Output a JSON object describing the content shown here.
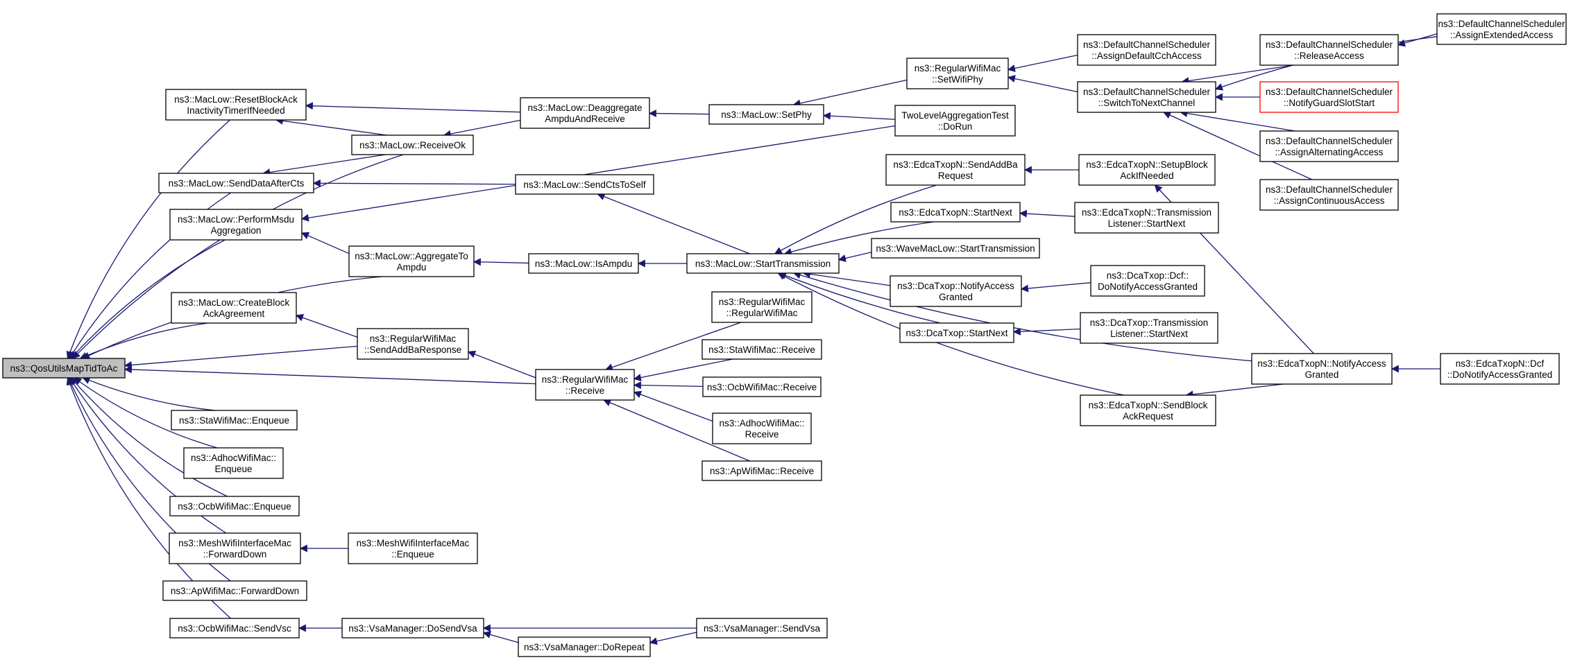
{
  "colors": {
    "edge": "#191970",
    "root_fill": "#bfbfbf",
    "node_border": "#000000",
    "highlight_border": "#ff0000"
  },
  "nodes": {
    "root": {
      "lines": [
        "ns3::QosUtilsMapTidToAc"
      ]
    },
    "reset_block_ack": {
      "lines": [
        "ns3::MacLow::ResetBlockAck",
        "InactivityTimerIfNeeded"
      ]
    },
    "receive_ok": {
      "lines": [
        "ns3::MacLow::ReceiveOk"
      ]
    },
    "deaggregate": {
      "lines": [
        "ns3::MacLow::Deaggregate",
        "AmpduAndReceive"
      ]
    },
    "set_phy": {
      "lines": [
        "ns3::MacLow::SetPhy"
      ]
    },
    "rwm_set_wifi_phy": {
      "lines": [
        "ns3::RegularWifiMac",
        "::SetWifiPhy"
      ]
    },
    "dcs_assign_default": {
      "lines": [
        "ns3::DefaultChannelScheduler",
        "::AssignDefaultCchAccess"
      ]
    },
    "dcs_switch": {
      "lines": [
        "ns3::DefaultChannelScheduler",
        "::SwitchToNextChannel"
      ]
    },
    "dcs_release": {
      "lines": [
        "ns3::DefaultChannelScheduler",
        "::ReleaseAccess"
      ]
    },
    "dcs_assign_extended": {
      "lines": [
        "ns3::DefaultChannelScheduler",
        "::AssignExtendedAccess"
      ]
    },
    "dcs_notify_guard": {
      "lines": [
        "ns3::DefaultChannelScheduler",
        "::NotifyGuardSlotStart"
      ]
    },
    "dcs_assign_alternating": {
      "lines": [
        "ns3::DefaultChannelScheduler",
        "::AssignAlternatingAccess"
      ]
    },
    "dcs_assign_continuous": {
      "lines": [
        "ns3::DefaultChannelScheduler",
        "::AssignContinuousAccess"
      ]
    },
    "two_level_test": {
      "lines": [
        "TwoLevelAggregationTest",
        "::DoRun"
      ]
    },
    "send_data_after_cts": {
      "lines": [
        "ns3::MacLow::SendDataAfterCts"
      ]
    },
    "send_cts_to_self": {
      "lines": [
        "ns3::MacLow::SendCtsToSelf"
      ]
    },
    "perform_msdu": {
      "lines": [
        "ns3::MacLow::PerformMsdu",
        "Aggregation"
      ]
    },
    "aggregate_to_ampdu": {
      "lines": [
        "ns3::MacLow::AggregateTo",
        "Ampdu"
      ]
    },
    "is_ampdu": {
      "lines": [
        "ns3::MacLow::IsAmpdu"
      ]
    },
    "start_transmission": {
      "lines": [
        "ns3::MacLow::StartTransmission"
      ]
    },
    "edca_send_addba": {
      "lines": [
        "ns3::EdcaTxopN::SendAddBa",
        "Request"
      ]
    },
    "edca_setup_block_ack": {
      "lines": [
        "ns3::EdcaTxopN::SetupBlock",
        "AckIfNeeded"
      ]
    },
    "edca_start_next": {
      "lines": [
        "ns3::EdcaTxopN::StartNext"
      ]
    },
    "edca_tl_start_next": {
      "lines": [
        "ns3::EdcaTxopN::Transmission",
        "Listener::StartNext"
      ]
    },
    "wave_start_transmission": {
      "lines": [
        "ns3::WaveMacLow::StartTransmission"
      ]
    },
    "dca_notify_access": {
      "lines": [
        "ns3::DcaTxop::NotifyAccess",
        "Granted"
      ]
    },
    "dca_dcf_notify": {
      "lines": [
        "ns3::DcaTxop::Dcf::",
        "DoNotifyAccessGranted"
      ]
    },
    "dca_start_next": {
      "lines": [
        "ns3::DcaTxop::StartNext"
      ]
    },
    "dca_tl_start_next": {
      "lines": [
        "ns3::DcaTxop::Transmission",
        "Listener::StartNext"
      ]
    },
    "edca_notify_access": {
      "lines": [
        "ns3::EdcaTxopN::NotifyAccess",
        "Granted"
      ]
    },
    "edca_dcf_notify": {
      "lines": [
        "ns3::EdcaTxopN::Dcf",
        "::DoNotifyAccessGranted"
      ]
    },
    "edca_send_block_ack": {
      "lines": [
        "ns3::EdcaTxopN::SendBlock",
        "AckRequest"
      ]
    },
    "create_block_ack": {
      "lines": [
        "ns3::MacLow::CreateBlock",
        "AckAgreement"
      ]
    },
    "rwm_send_addba_response": {
      "lines": [
        "ns3::RegularWifiMac",
        "::SendAddBaResponse"
      ]
    },
    "rwm_receive": {
      "lines": [
        "ns3::RegularWifiMac",
        "::Receive"
      ]
    },
    "rwm_ctor": {
      "lines": [
        "ns3::RegularWifiMac",
        "::RegularWifiMac"
      ]
    },
    "sta_receive": {
      "lines": [
        "ns3::StaWifiMac::Receive"
      ]
    },
    "ocb_receive": {
      "lines": [
        "ns3::OcbWifiMac::Receive"
      ]
    },
    "adhoc_receive": {
      "lines": [
        "ns3::AdhocWifiMac::",
        "Receive"
      ]
    },
    "ap_receive": {
      "lines": [
        "ns3::ApWifiMac::Receive"
      ]
    },
    "sta_enqueue": {
      "lines": [
        "ns3::StaWifiMac::Enqueue"
      ]
    },
    "adhoc_enqueue": {
      "lines": [
        "ns3::AdhocWifiMac::",
        "Enqueue"
      ]
    },
    "ocb_enqueue": {
      "lines": [
        "ns3::OcbWifiMac::Enqueue"
      ]
    },
    "mesh_forward_down": {
      "lines": [
        "ns3::MeshWifiInterfaceMac",
        "::ForwardDown"
      ]
    },
    "mesh_enqueue": {
      "lines": [
        "ns3::MeshWifiInterfaceMac",
        "::Enqueue"
      ]
    },
    "ap_forward_down": {
      "lines": [
        "ns3::ApWifiMac::ForwardDown"
      ]
    },
    "ocb_send_vsc": {
      "lines": [
        "ns3::OcbWifiMac::SendVsc"
      ]
    },
    "vsa_do_send": {
      "lines": [
        "ns3::VsaManager::DoSendVsa"
      ]
    },
    "vsa_do_repeat": {
      "lines": [
        "ns3::VsaManager::DoRepeat"
      ]
    },
    "vsa_send": {
      "lines": [
        "ns3::VsaManager::SendVsa"
      ]
    }
  }
}
